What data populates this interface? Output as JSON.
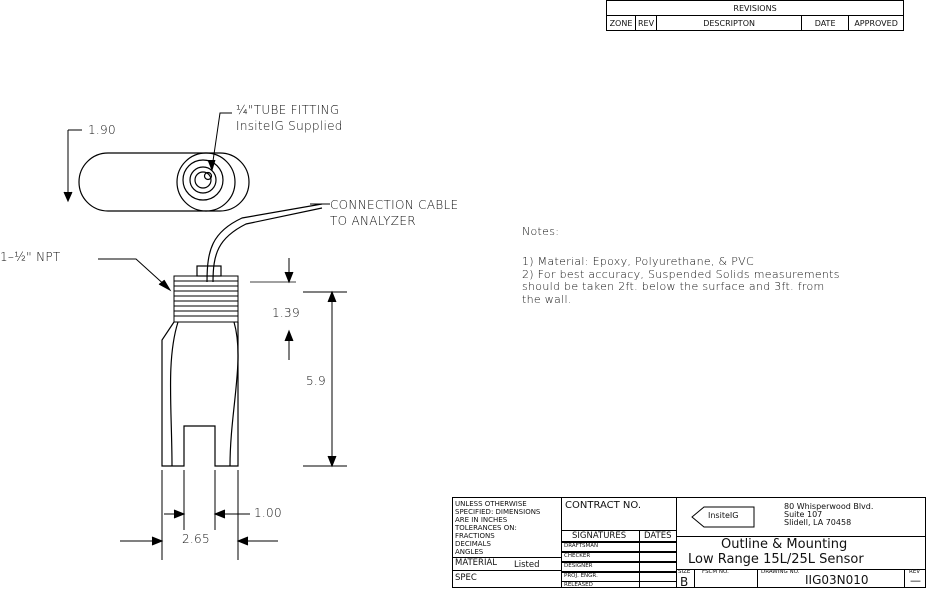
{
  "revisions": {
    "title": "REVISIONS",
    "columns": [
      "ZONE",
      "REV",
      "DESCRIPTON",
      "DATE",
      "APPROVED"
    ]
  },
  "callouts": {
    "tube_fitting": "¼\"TUBE FITTING",
    "supplied": "InsiteIG Supplied",
    "cable_1": "CONNECTION CABLE",
    "cable_2": "TO ANALYZER",
    "npt": "1–½\" NPT"
  },
  "dimensions": {
    "top_dia": "1.90",
    "thread_len": "1.39",
    "height": "5.9",
    "slot_width": "1.00",
    "body_width": "2.65"
  },
  "notes": {
    "heading": "Notes:",
    "items": [
      "1)   Material: Epoxy, Polyurethane, & PVC",
      "2)   For best accuracy, Suspended Solids measurements",
      "should be taken 2ft. below the surface and 3ft. from",
      "the wall."
    ]
  },
  "title_block": {
    "tolerance_lines": [
      "UNLESS OTHERWISE",
      "SPECIFIED: DIMENSIONS",
      "ARE IN INCHES",
      "TOLERANCES ON:",
      "FRACTIONS",
      "DECIMALS",
      "ANGLES"
    ],
    "material_label": "MATERIAL",
    "material_value": "Listed",
    "spec_label": "SPEC",
    "contract_no": "CONTRACT NO.",
    "signatures": "SIGNATURES",
    "dates": "DATES",
    "roles": [
      "DRAFTSMAN",
      "CHECKER",
      "DESIGNER",
      "PROJ. ENGR.",
      "RELEASED"
    ],
    "logo_text": "InsiteIG",
    "address": [
      "80 Whisperwood Blvd.",
      "Suite 107",
      "Slidell, LA 70458"
    ],
    "title_1": "Outline & Mounting",
    "title_2": "Low Range 15L/25L Sensor",
    "size_label": "SIZE",
    "size_value": "B",
    "fscm_label": "FSCM NO.",
    "drawing_label": "DRAWING NO.",
    "drawing_value": "IIG03N010",
    "rev_label": "REV",
    "rev_value": "—"
  }
}
